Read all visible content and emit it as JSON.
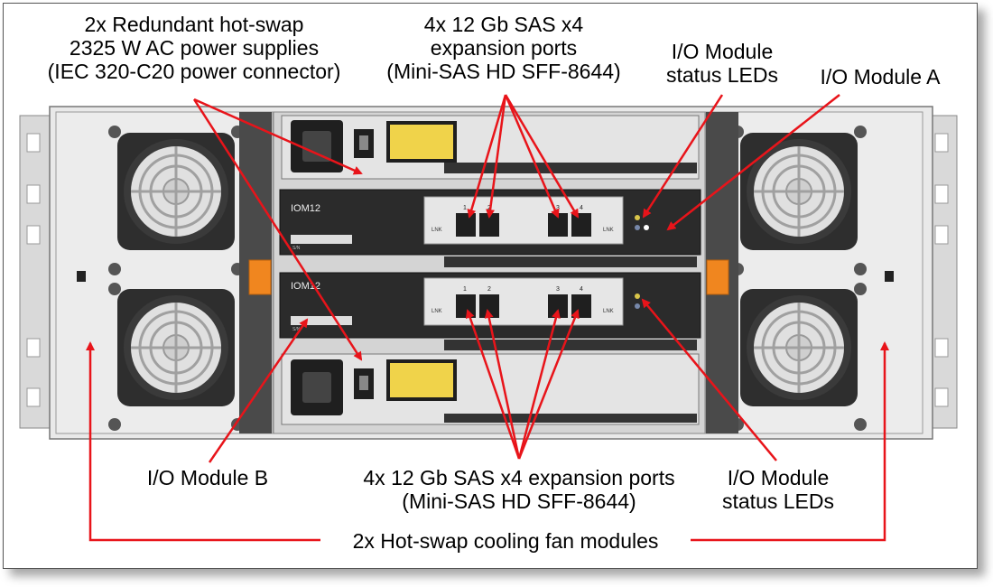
{
  "labels": {
    "psu": [
      "2x Redundant hot-swap",
      "2325 W AC power supplies",
      "(IEC 320-C20 power connector)"
    ],
    "ports_top": [
      "4x 12 Gb SAS x4",
      "expansion ports",
      "(Mini-SAS HD SFF-8644)"
    ],
    "status_top": [
      "I/O Module",
      "status LEDs"
    ],
    "module_a": "I/O Module A",
    "module_b": "I/O Module B",
    "ports_bottom": [
      "4x 12 Gb SAS x4 expansion ports",
      "(Mini-SAS HD SFF-8644)"
    ],
    "status_bottom": [
      "I/O Module",
      "status LEDs"
    ],
    "fans": "2x Hot-swap cooling fan modules"
  },
  "hardware": {
    "module_name": "IOM12",
    "port_numbers": [
      "1",
      "2",
      "3",
      "4"
    ],
    "lnk": "LNK",
    "sn": "S/N"
  },
  "colors": {
    "arrow": "#e8141a",
    "chassis": "#e6e6e6",
    "module": "#2b2b2b",
    "latch": "#f0861f"
  }
}
